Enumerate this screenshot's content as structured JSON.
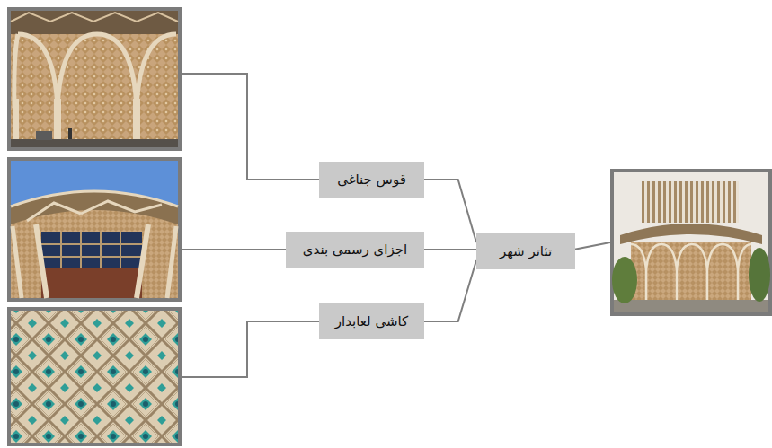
{
  "diagram": {
    "nodes": [
      {
        "text": [
          "تئاتر شهر"
        ]
      },
      {
        "text": [
          "قوس جناغی"
        ]
      },
      {
        "text": [
          "اجزای رسمی بندی"
        ]
      },
      {
        "text": [
          "کاشی لعابدار"
        ]
      }
    ],
    "edges": [
      {
        "from": 0,
        "to": 1,
        "arrow": "none"
      },
      {
        "from": 0,
        "to": 2,
        "arrow": "none"
      },
      {
        "from": 0,
        "to": 3,
        "arrow": "none"
      }
    ]
  }
}
